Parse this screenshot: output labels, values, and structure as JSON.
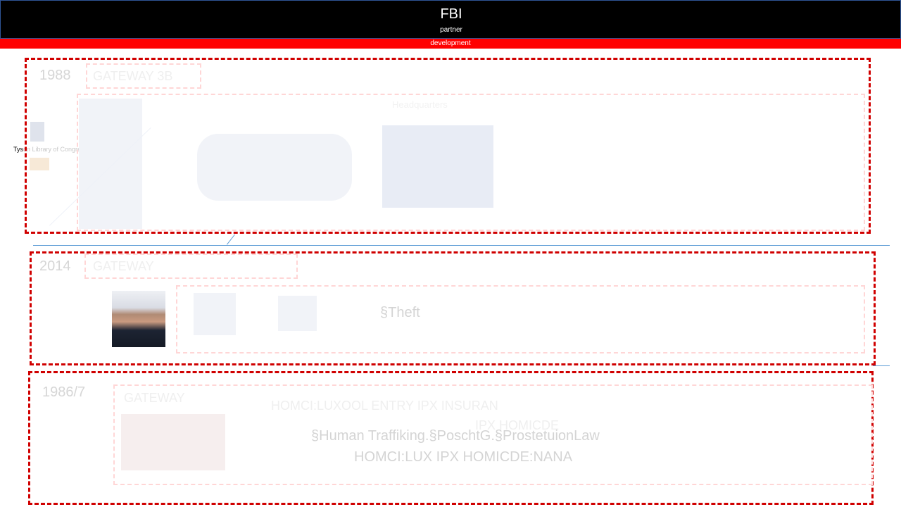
{
  "header": {
    "title": "FBI",
    "subtitle": "partner"
  },
  "banner": {
    "label": "development"
  },
  "sidebar": {
    "caption_a": "Tys",
    "caption_b": "on Library of Congress"
  },
  "sections": [
    {
      "year": "1988",
      "tag": "GATEWAY 3B",
      "inner_caption": "Headquarters"
    },
    {
      "year": "2014",
      "tag": "GATEWAY",
      "label": "§Theft"
    },
    {
      "year": "1986/7",
      "tag": "GATEWAY",
      "faint_line_1": "HOMCI:LUXOOL ENTRY    IPX INSURAN",
      "faint_line_2": "IPX HOMICDE",
      "line_1": "§Human Traffiking.§PoschtG.§ProstetuionLaw",
      "line_2": "HOMCI:LUX   IPX HOMICDE:NANA"
    }
  ],
  "colors": {
    "header_bg": "#000000",
    "banner_bg": "#ff0000",
    "section_border": "#d00000",
    "inner_border": "#ffd6d6",
    "divider": "#5b9bd5"
  }
}
